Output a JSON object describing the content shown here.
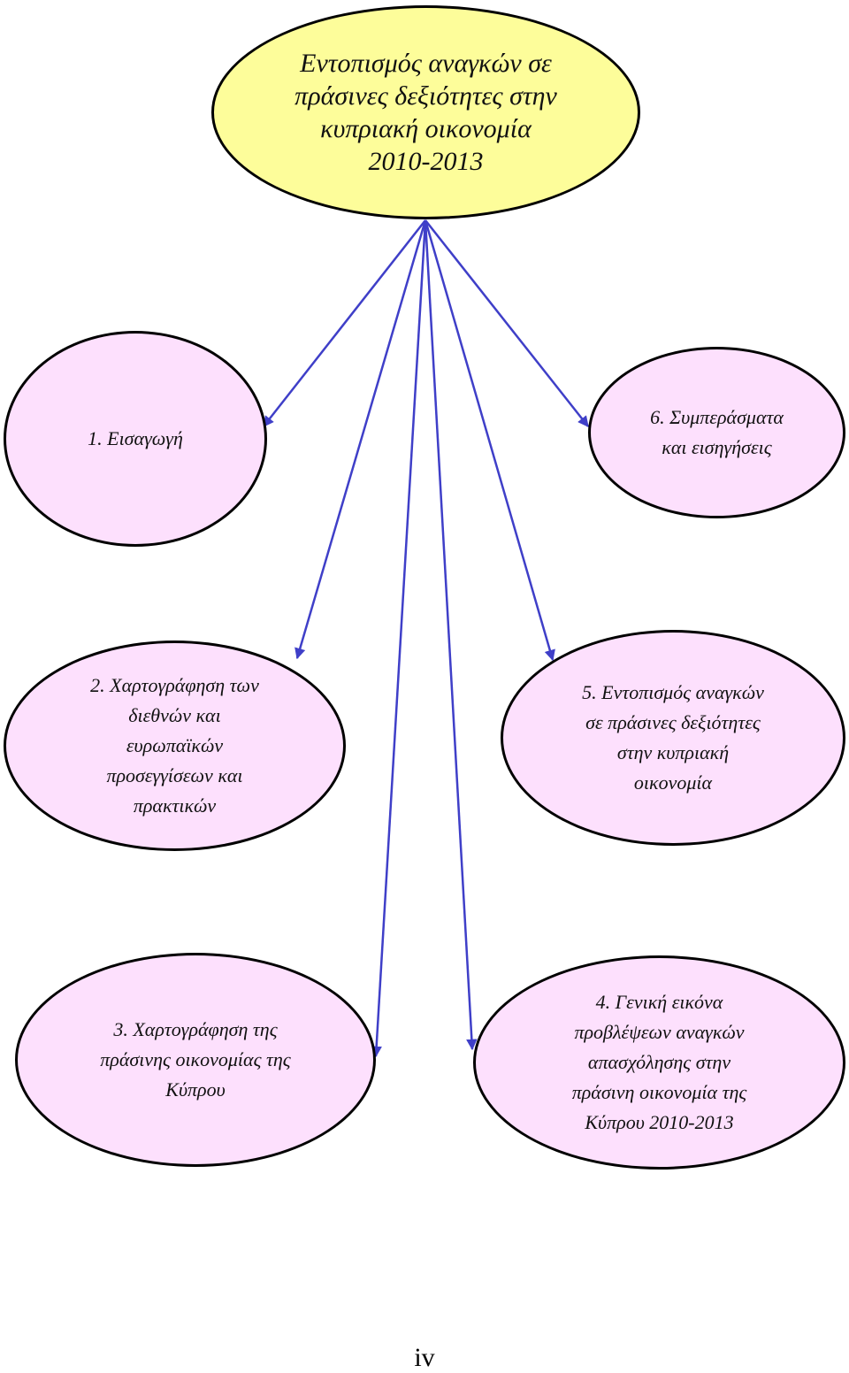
{
  "root": {
    "label": "Εντοπισμός αναγκών σε\nπράσινες δεξιότητες στην\nκυπριακή οικονομία\n2010-2013"
  },
  "nodes": [
    {
      "label": "1. Εισαγωγή"
    },
    {
      "label": "2. Χαρτογράφηση των\nδιεθνών και\nευρωπαϊκών\nπροσεγγίσεων και\nπρακτικών"
    },
    {
      "label": "3. Χαρτογράφηση της\nπράσινης οικονομίας της\nΚύπρου"
    },
    {
      "label": "4. Γενική εικόνα\nπροβλέψεων αναγκών\nαπασχόλησης στην\nπράσινη οικονομία της\nΚύπρου 2010-2013"
    },
    {
      "label": "5. Εντοπισμός αναγκών\nσε πράσινες δεξιότητες\nστην κυπριακή\nοικονομία"
    },
    {
      "label": "6. Συμπεράσματα\nκαι εισηγήσεις"
    }
  ],
  "page_number": "iv",
  "colors": {
    "root_fill": "#fdfd9a",
    "node_fill": "#fde0fd",
    "border": "#000000",
    "arrow": "#3f3fc8"
  }
}
